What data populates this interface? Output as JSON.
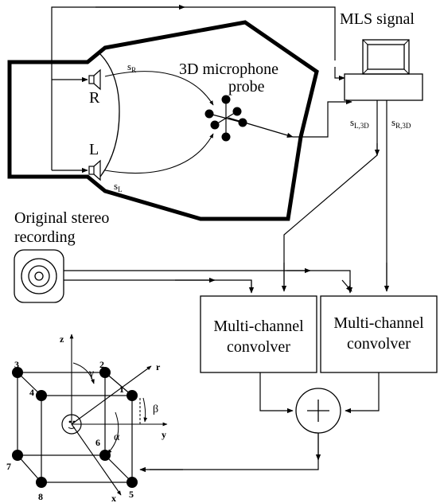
{
  "labels": {
    "mls_signal": "MLS signal",
    "probe_line1": "3D microphone",
    "probe_line2": "probe",
    "speaker_r": "R",
    "speaker_l": "L",
    "s_r_base": "s",
    "s_r_sub": "R",
    "s_l_base": "s",
    "s_l_sub": "L",
    "s_l3d_base": "s",
    "s_l3d_sub": "L,3D",
    "s_r3d_base": "s",
    "s_r3d_sub": "R,3D",
    "original_line1": "Original stereo",
    "original_line2": "recording",
    "convolver1_line1": "Multi-channel",
    "convolver1_line2": "convolver",
    "convolver2_line1": "Multi-channel",
    "convolver2_line2": "convolver",
    "sum_symbol": "+"
  },
  "cube": {
    "axis_z": "z",
    "axis_y": "y",
    "axis_x": "x",
    "axis_r": "r",
    "angle_gamma": "γ",
    "angle_beta": "β",
    "angle_alpha": "α",
    "vertices": [
      "1",
      "2",
      "3",
      "4",
      "5",
      "6",
      "7",
      "8"
    ]
  },
  "colors": {
    "line": "#000000",
    "background": "#ffffff"
  }
}
